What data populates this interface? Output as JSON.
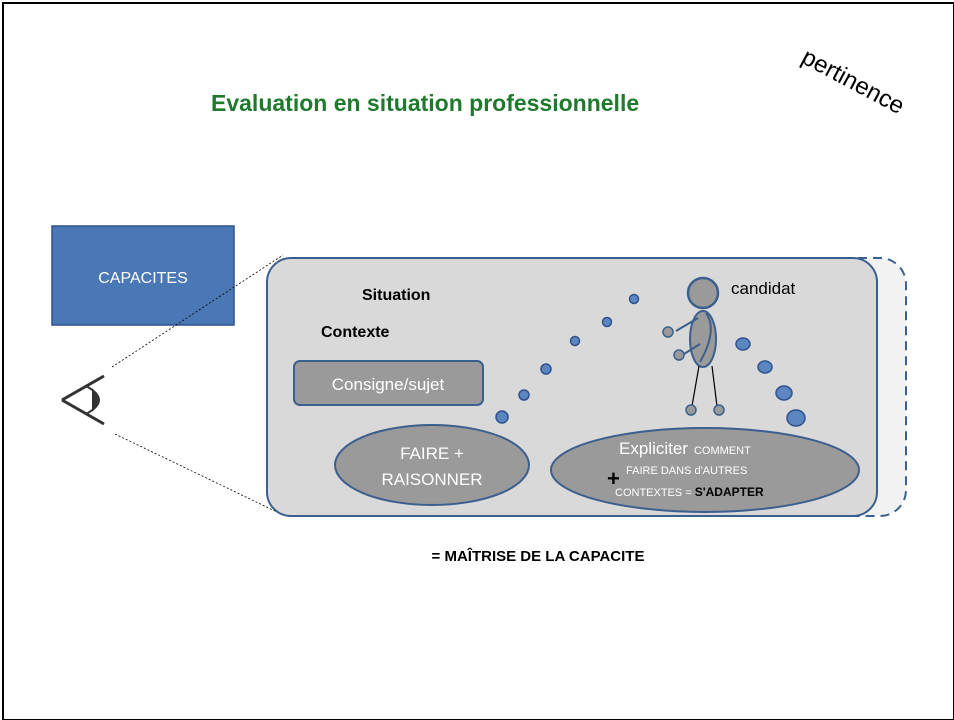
{
  "slide": {
    "title": "Evaluation en situation professionnelle",
    "corner_word": "pertinence",
    "capacites_box": "CAPACITES",
    "situation": "Situation",
    "contexte": "Contexte",
    "consigne": "Consigne/sujet",
    "candidat": "candidat",
    "faire_line1": "FAIRE +",
    "faire_line2": "RAISONNER",
    "plus_sign": "+",
    "expl_main": "Expliciter",
    "expl_comment": "COMMENT",
    "expl_line2": "FAIRE DANS d'AUTRES",
    "expl_line3": "CONTEXTES = ",
    "expl_adapter": "S'ADAPTER",
    "footer": "= MAÎTRISE DE LA CAPACITE",
    "colors": {
      "title": "#1f7a2e",
      "box_blue": "#4a78b5",
      "frame_blue": "#3b5f8e",
      "panel_grey": "#d9d9d9",
      "ellipse_grey": "#9a9a9a",
      "dot_blue": "#5b86bf"
    },
    "icons": [
      "eye-icon",
      "candidate-figure-icon"
    ]
  }
}
